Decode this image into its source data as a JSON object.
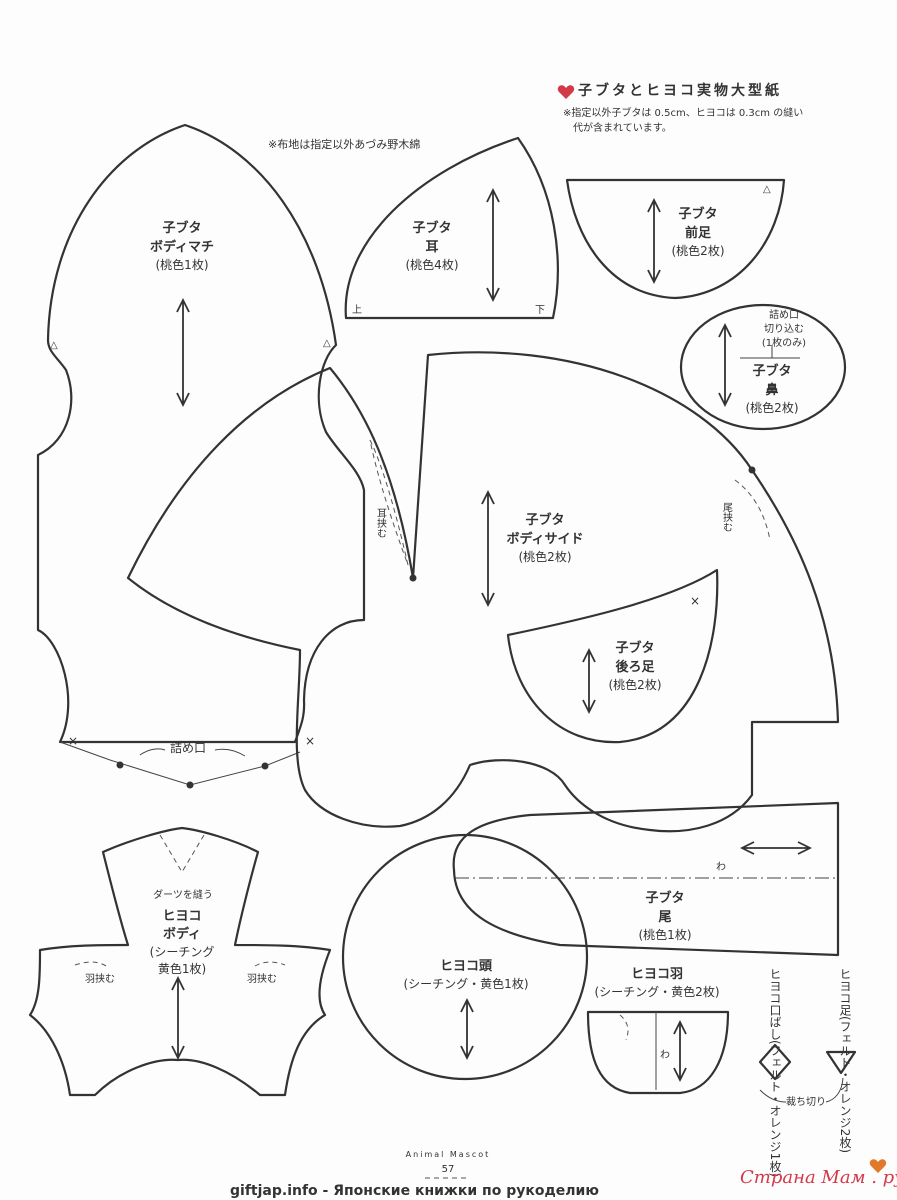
{
  "header": {
    "title": "子ブタとヒヨコ実物大型紙",
    "note_line1": "※指定以外子ブタは 0.5cm、ヒヨコは 0.3cm の縫い",
    "note_line2": "代が含まれています。",
    "fabric_note": "※布地は指定以外あづみ野木綿"
  },
  "pieces": {
    "gusset": {
      "name1": "子ブタ",
      "name2": "ボディマチ",
      "qty": "(桃色1枚)"
    },
    "ear": {
      "name1": "子ブタ",
      "name2": "耳",
      "qty": "(桃色4枚)",
      "top": "上",
      "bottom": "下"
    },
    "front_leg": {
      "name1": "子ブタ",
      "name2": "前足",
      "qty": "(桃色2枚)"
    },
    "nose": {
      "note1": "詰め口",
      "note2": "切り込む",
      "note3": "(1枚のみ)",
      "name1": "子ブタ",
      "name2": "鼻",
      "qty": "(桃色2枚)"
    },
    "body_side": {
      "name1": "子ブタ",
      "name2": "ボディサイド",
      "qty": "(桃色2枚)",
      "ear_mark": "耳挟む",
      "tail_mark": "尾挟む"
    },
    "back_leg": {
      "name1": "子ブタ",
      "name2": "後ろ足",
      "qty": "(桃色2枚)"
    },
    "stuffing": "詰め口",
    "tail": {
      "name1": "子ブタ",
      "name2": "尾",
      "qty": "(桃色1枚)",
      "fold": "わ"
    },
    "chick_body": {
      "dart": "ダーツを縫う",
      "name1": "ヒヨコ",
      "name2": "ボディ",
      "qty1": "(シーチング",
      "qty2": "黄色1枚)",
      "wing_left": "羽挟む",
      "wing_right": "羽挟む"
    },
    "chick_head": {
      "name": "ヒヨコ頭",
      "qty": "(シーチング・黄色1枚)"
    },
    "chick_wing": {
      "name": "ヒヨコ羽",
      "qty": "(シーチング・黄色2枚)",
      "fold": "わ"
    },
    "chick_beak": {
      "text": "ヒヨコ口ばし(フェルト・オレンジ1枚)"
    },
    "chick_foot": {
      "text": "ヒヨコ足(フェルト・オレンジ2枚)"
    },
    "cut_note": "裁ち切り"
  },
  "footer": {
    "book": "Animal Mascot",
    "page_number": "57",
    "site": "giftjap.info - Японские книжки по рукоделию",
    "logo": "Страна Мам . ру"
  }
}
